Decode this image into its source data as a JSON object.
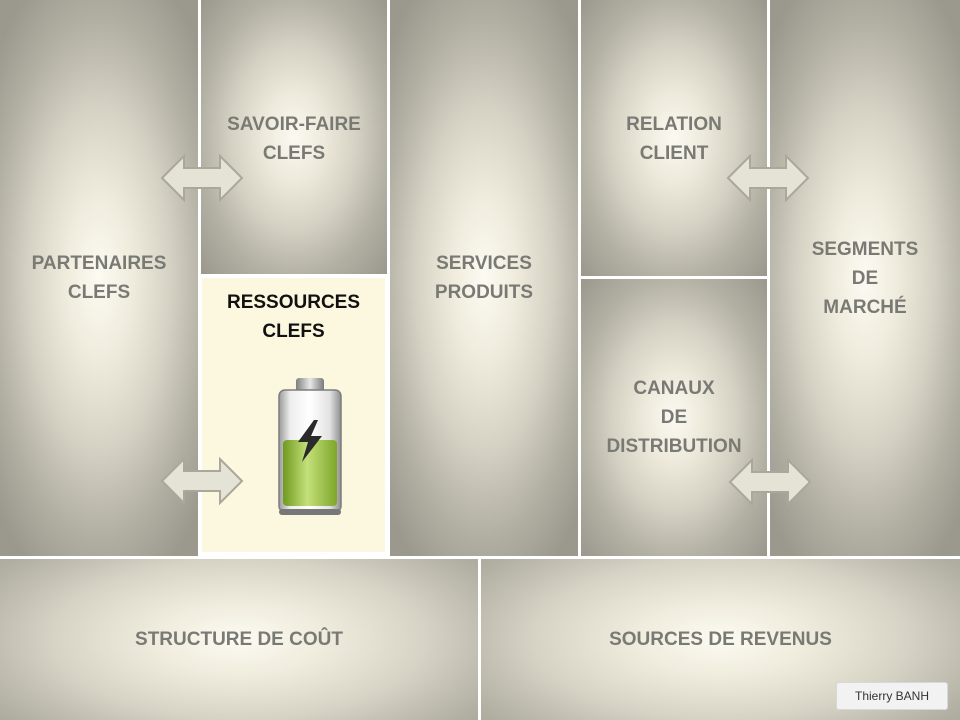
{
  "blocks": {
    "partenaires": "PARTENAIRES\nCLEFS",
    "savoir_faire": "SAVOIR-FAIRE\nCLEFS",
    "ressources": "RESSOURCES\nCLEFS",
    "services": "SERVICES\nPRODUITS",
    "relation": "RELATION\nCLIENT",
    "canaux": "CANAUX\nDE\nDISTRIBUTION",
    "segments": "SEGMENTS\nDE\nMARCHÉ",
    "couts": "STRUCTURE DE COÛT",
    "revenus": "SOURCES DE REVENUS"
  },
  "author": "Thierry BANH",
  "icons": {
    "battery": "battery-charging-icon",
    "arrow": "double-arrow-icon"
  },
  "colors": {
    "highlight_fill": "#fbf8df",
    "label_text": "#7a7a75",
    "highlight_text": "#111111",
    "battery_green": "#9bc23c"
  }
}
